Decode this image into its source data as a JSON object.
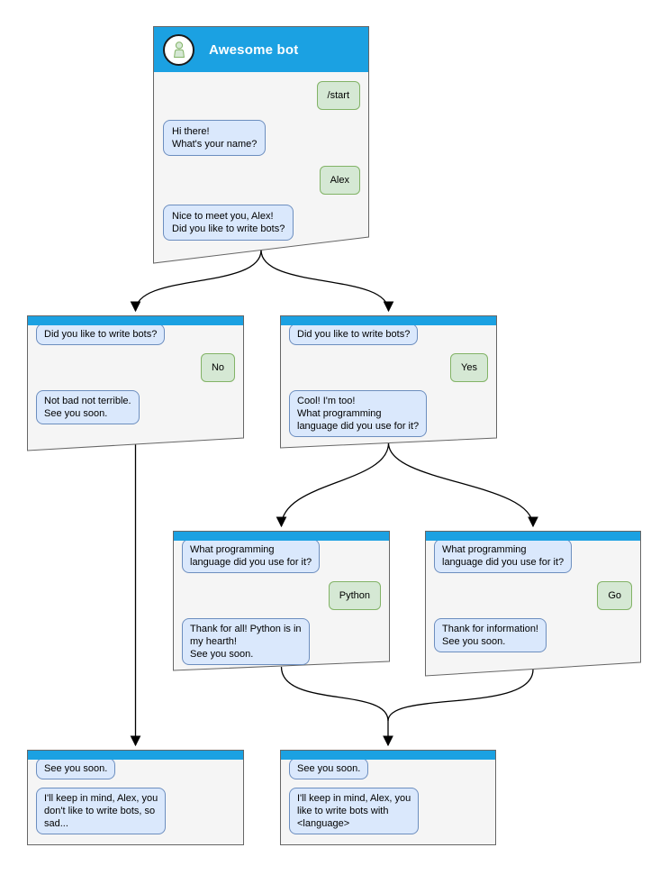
{
  "colors": {
    "header_blue": "#1BA1E2",
    "node_fill": "#F5F5F5",
    "node_border": "#666666",
    "bot_bubble_fill": "#DAE8FC",
    "bot_bubble_border": "#6C8EBF",
    "user_bubble_fill": "#D5E8D4",
    "user_bubble_border": "#82B366",
    "arrow_color": "#000000",
    "title_color": "#FFFFFF"
  },
  "root": {
    "title": "Awesome bot",
    "avatar_icon": "person-icon",
    "messages": [
      {
        "from": "user",
        "text": "/start"
      },
      {
        "from": "bot",
        "text": "Hi there!\nWhat's your name?"
      },
      {
        "from": "user",
        "text": "Alex"
      },
      {
        "from": "bot",
        "text": "Nice to meet you, Alex!\nDid you like to write bots?"
      }
    ]
  },
  "branch_no": {
    "messages": [
      {
        "from": "bot",
        "text": "Did you like to write bots?"
      },
      {
        "from": "user",
        "text": "No"
      },
      {
        "from": "bot",
        "text": "Not bad not terrible.\nSee you soon."
      }
    ]
  },
  "branch_yes": {
    "messages": [
      {
        "from": "bot",
        "text": "Did you like to write bots?"
      },
      {
        "from": "user",
        "text": "Yes"
      },
      {
        "from": "bot",
        "text": "Cool! I'm too!\nWhat programming\nlanguage did you use for it?"
      }
    ]
  },
  "branch_python": {
    "messages": [
      {
        "from": "bot",
        "text": "What programming\nlanguage did you use for it?"
      },
      {
        "from": "user",
        "text": "Python"
      },
      {
        "from": "bot",
        "text": "Thank for all! Python is in\nmy hearth!\nSee you soon."
      }
    ]
  },
  "branch_go": {
    "messages": [
      {
        "from": "bot",
        "text": "What programming\nlanguage did you use for it?"
      },
      {
        "from": "user",
        "text": "Go"
      },
      {
        "from": "bot",
        "text": "Thank for information!\nSee you soon."
      }
    ]
  },
  "end_no": {
    "messages": [
      {
        "from": "bot",
        "text": "See you soon."
      },
      {
        "from": "bot",
        "text": "I'll keep in mind, Alex, you\ndon't like to write bots, so\nsad..."
      }
    ]
  },
  "end_yes": {
    "messages": [
      {
        "from": "bot",
        "text": "See you soon."
      },
      {
        "from": "bot",
        "text": "I'll keep in mind, Alex, you\nlike to write bots with\n<language>"
      }
    ]
  }
}
